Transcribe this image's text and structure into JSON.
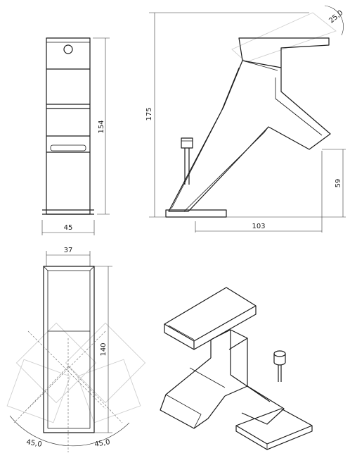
{
  "dimensions": {
    "front_width": "45",
    "front_height": "154",
    "side_height": "175",
    "handle_angle": "25,0",
    "spout_height": "59",
    "spout_reach": "103",
    "top_width": "37",
    "top_depth": "140",
    "rotation_left": "45,0",
    "rotation_right": "45,0"
  },
  "colors": {
    "line": "#1a1a1a",
    "ghost": "#cfcfcf",
    "background": "#ffffff"
  }
}
